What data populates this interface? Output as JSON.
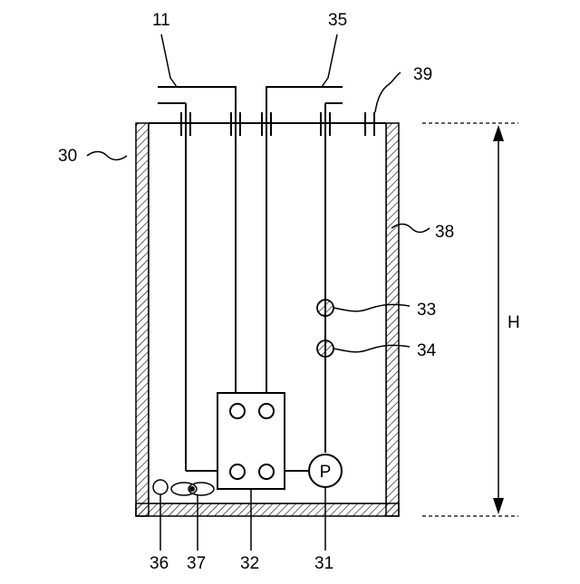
{
  "labels": {
    "ref_11": "11",
    "ref_35": "35",
    "ref_39": "39",
    "ref_30": "30",
    "ref_38": "38",
    "ref_33": "33",
    "ref_34": "34",
    "ref_H": "H",
    "ref_36": "36",
    "ref_37": "37",
    "ref_32": "32",
    "ref_31": "31",
    "pump_letter": "P"
  }
}
